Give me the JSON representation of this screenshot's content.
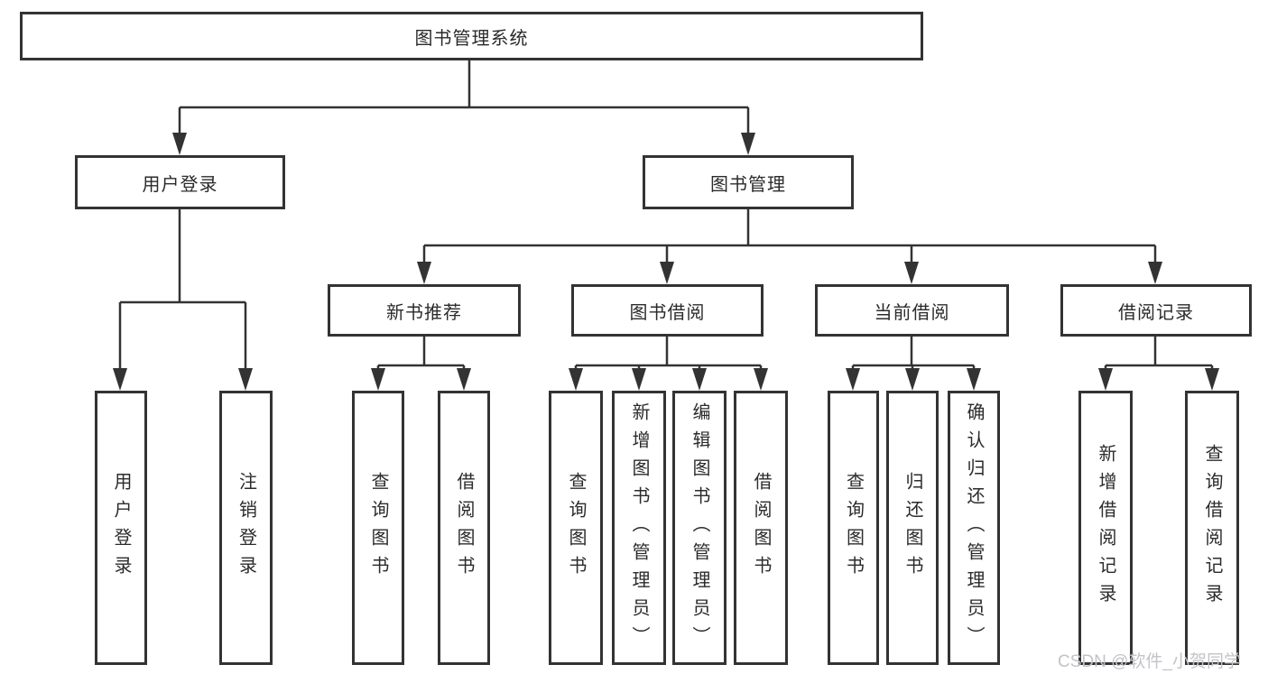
{
  "tree": {
    "root": "图书管理系统",
    "user_branch": {
      "label": "用户登录",
      "children": [
        "用户登录",
        "注销登录"
      ]
    },
    "mgmt_branch": {
      "label": "图书管理",
      "groups": [
        {
          "label": "新书推荐",
          "children": [
            "查询图书",
            "借阅图书"
          ]
        },
        {
          "label": "图书借阅",
          "children": [
            "查询图书",
            "新增图书（管理员）",
            "编辑图书（管理员）",
            "借阅图书"
          ]
        },
        {
          "label": "当前借阅",
          "children": [
            "查询图书",
            "归还图书",
            "确认归还（管理员）"
          ]
        },
        {
          "label": "借阅记录",
          "children": [
            "新增借阅记录",
            "查询借阅记录"
          ]
        }
      ]
    }
  },
  "watermark": "CSDN @软件_小贺同学",
  "colors": {
    "line": "#333333",
    "box_fill": "#ffffff",
    "background": "#ffffff",
    "text": "#2b2b2b",
    "watermark": "#c3c3c8"
  }
}
